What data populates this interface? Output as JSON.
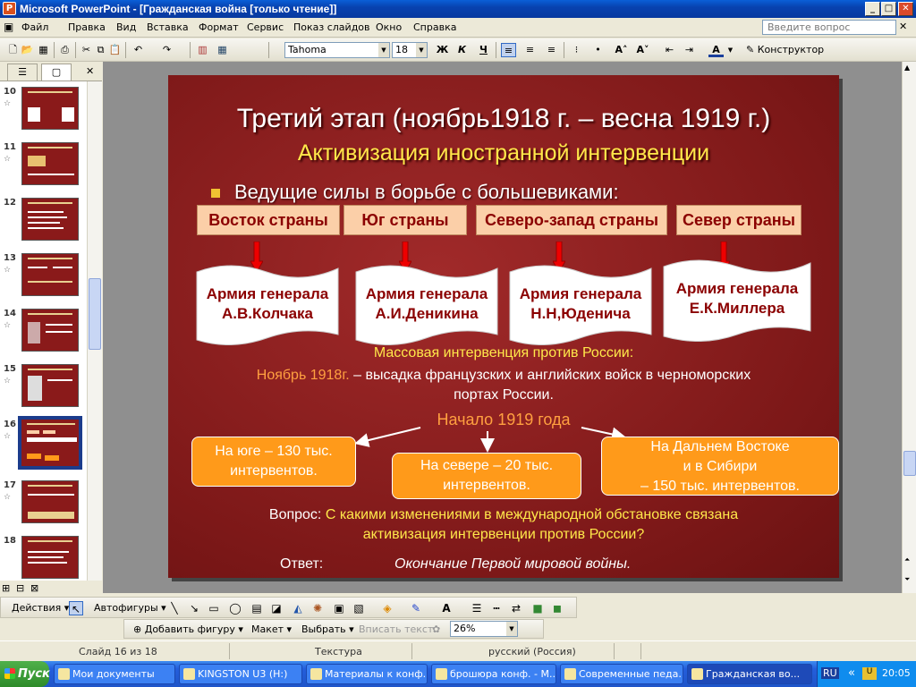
{
  "window": {
    "title": "Microsoft PowerPoint - [Гражданская война [только чтение]]",
    "app_icon": "P",
    "controls": {
      "minimize": "_",
      "maximize": "□",
      "close": "✕"
    },
    "doc_controls": {
      "minimize": "_",
      "restore": "❐",
      "close": "✕"
    }
  },
  "menu": {
    "items": [
      "Файл",
      "Правка",
      "Вид",
      "Вставка",
      "Формат",
      "Сервис",
      "Показ слайдов",
      "Окно",
      "Справка"
    ],
    "ask_placeholder": "Введите вопрос"
  },
  "toolbar": {
    "font": "Tahoma",
    "size": "18",
    "bold": "Ж",
    "italic": "К",
    "underline": "Ч",
    "grow_font": "A˄",
    "shrink_font": "A˅",
    "font_color": "A",
    "designer": "Конструктор"
  },
  "left_panel": {
    "tab_outline": "☰",
    "tab_slides": "▢",
    "close": "✕",
    "thumbnails": [
      {
        "num": "10"
      },
      {
        "num": "11"
      },
      {
        "num": "12"
      },
      {
        "num": "13"
      },
      {
        "num": "14"
      },
      {
        "num": "15"
      },
      {
        "num": "16"
      },
      {
        "num": "17"
      },
      {
        "num": "18"
      }
    ],
    "star": "☆"
  },
  "slide": {
    "title": "Третий этап  (ноябрь1918 г. – весна 1919 г.)",
    "subtitle": "Активизация иностранной интервенции",
    "bullet": "Ведущие силы в борьбе с большевиками:",
    "regions": [
      {
        "label": "Восток страны",
        "army": [
          "Армия генерала",
          "А.В.Колчака"
        ]
      },
      {
        "label": "Юг страны",
        "army": [
          "Армия генерала",
          "А.И.Деникина"
        ]
      },
      {
        "label": "Северо-запад страны",
        "army": [
          "Армия генерала",
          "Н.Н,Юденича"
        ]
      },
      {
        "label": "Север страны",
        "army": [
          "Армия генерала",
          "Е.К.Миллера"
        ]
      }
    ],
    "mass": "Массовая интервенция против России:",
    "nov_date": "Ноябрь 1918г.",
    "nov_text1": " – высадка французских и английских войск в черноморских",
    "nov_text2": "портах России.",
    "start": "Начало 1919 года",
    "south": [
      "На юге – 130 тыс.",
      "интервентов."
    ],
    "north": [
      "На севере – 20 тыс.",
      "интервентов."
    ],
    "east": [
      "На Дальнем Востоке",
      "и в Сибири",
      "– 150 тыс. интервентов."
    ],
    "question_label": "Вопрос: ",
    "question_text1": "С какими изменениями в международной обстановке связана",
    "question_text2": "активизация интервенции против России?",
    "answer_label": "Ответ:",
    "answer_text": "Окончание Первой мировой войны.",
    "colors": {
      "bg": "#8f2020",
      "title": "#ffffff",
      "subtitle": "#ffe84a",
      "orange": "#ff9a1a"
    }
  },
  "drawbar": {
    "actions": "Действия",
    "autoshapes": "Автофигуры"
  },
  "diagbar": {
    "add_shape": "Добавить фигуру",
    "layout": "Макет",
    "select": "Выбрать",
    "fit_text": "Вписать текст",
    "zoom": "26%"
  },
  "status": {
    "slide": "Слайд 16 из 18",
    "design": "Текстура",
    "lang": "русский (Россия)"
  },
  "taskbar": {
    "start": "Пуск",
    "tasks": [
      "Мои документы",
      "KINGSTON U3 (H:)",
      "Материалы к конф...",
      "брошюра конф. - M...",
      "Современные педа...",
      "Гражданская во..."
    ],
    "lang": "RU",
    "expand": "«",
    "clock": "20:05"
  }
}
